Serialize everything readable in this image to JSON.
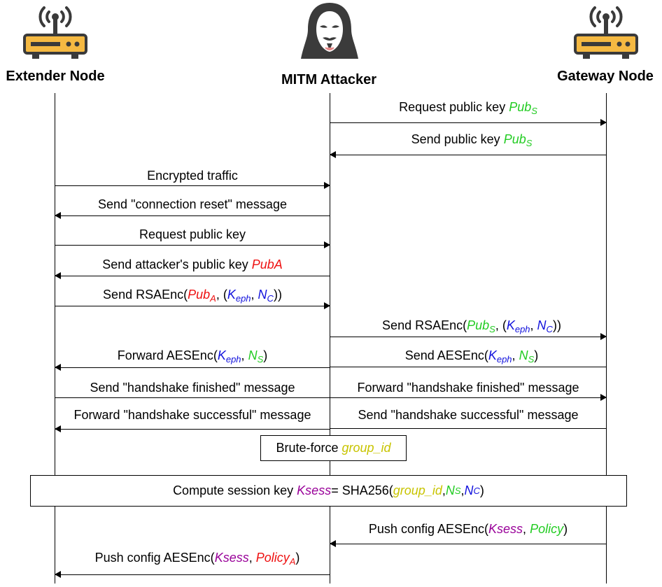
{
  "actors": {
    "extender": "Extender Node",
    "attacker": "MITM Attacker",
    "gateway": "Gateway Node"
  },
  "messages": {
    "m1": {
      "text": "Request public key ",
      "pub": "Pub",
      "s": "S"
    },
    "m2": {
      "text": "Send public key ",
      "pub": "Pub",
      "s": "S"
    },
    "m3": {
      "text": "Encrypted traffic"
    },
    "m4": {
      "text": "Send \"connection reset\" message"
    },
    "m5": {
      "text": "Request public key"
    },
    "m6": {
      "text": "Send attacker's public key ",
      "pub": "PubA"
    },
    "m7": {
      "pre": "Send RSAEnc(",
      "pub": "Pub",
      "a": "A",
      "mid": ", (",
      "k": "K",
      "eph": "eph",
      "comma": ", ",
      "n": "N",
      "c": "C",
      "post": "))"
    },
    "m8": {
      "pre": "Send RSAEnc(",
      "pub": "Pub",
      "s": "S",
      "mid": ", (",
      "k": "K",
      "eph": "eph",
      "comma": ", ",
      "n": "N",
      "c": "C",
      "post": "))"
    },
    "m9": {
      "pre": "Forward AESEnc(",
      "k": "K",
      "eph": "eph",
      "comma": ", ",
      "n": "N",
      "s": "S",
      "post": ")"
    },
    "m10": {
      "pre": "Send AESEnc(",
      "k": "K",
      "eph": "eph",
      "comma": ", ",
      "n": "N",
      "s": "S",
      "post": ")"
    },
    "m11": {
      "text": "Send \"handshake finished\" message"
    },
    "m12": {
      "text": "Forward \"handshake finished\"  message"
    },
    "m13": {
      "text": "Forward \"handshake successful\"  message"
    },
    "m14": {
      "text": "Send \"handshake successful\" message"
    },
    "m15": {
      "pre": "Push config AESEnc(",
      "ksess": "Ksess",
      "comma": ", ",
      "policy": "Policy",
      "post": ")"
    },
    "m16": {
      "pre": "Push config AESEnc(",
      "ksess": "Ksess",
      "comma": ", ",
      "policy": "Policy",
      "a": "A",
      "post": ")"
    }
  },
  "boxes": {
    "bruteforce": {
      "pre": "Brute-force ",
      "gid": "group_id"
    },
    "session": {
      "pre": "Compute session key ",
      "ksess": "Ksess",
      "eq": " = SHA256(",
      "gid": "group_id",
      "comma1": ", ",
      "n1": "N",
      "s": "S",
      "comma2": ", ",
      "n2": "N",
      "c": "C",
      "post": ")"
    }
  },
  "colors": {
    "gateway_key": "#22cc22",
    "attacker_key": "#ee1111",
    "ephemeral": "#1111dd",
    "session": "#990099",
    "group_id": "#c8c400",
    "router": "#f5b942"
  },
  "icons": [
    "router-icon",
    "hacker-icon",
    "router-icon"
  ]
}
